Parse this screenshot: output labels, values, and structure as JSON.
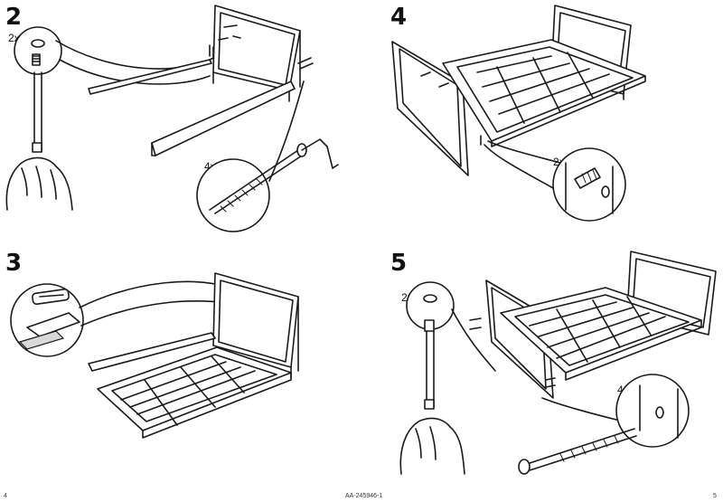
{
  "steps": [
    {
      "number": "2",
      "quantities": [
        "2x",
        "4x"
      ]
    },
    {
      "number": "3",
      "quantities": []
    },
    {
      "number": "4",
      "quantities": [
        "2x"
      ]
    },
    {
      "number": "5",
      "quantities": [
        "2x",
        "4x"
      ]
    }
  ],
  "footer": {
    "page_left": "4",
    "doc_code": "AA-245946-1",
    "page_right": "5"
  },
  "icons": [
    "dowel-icon",
    "allen-key-icon",
    "hand-icon",
    "bolt-icon",
    "detail-magnifier-icon",
    "sofa-frame-icon",
    "slatted-base-icon",
    "rail-icon",
    "shelf-pin-icon"
  ],
  "colors": {
    "ink": "#1a1a1a",
    "paper": "#ffffff",
    "shade": "#d9d9d9"
  }
}
